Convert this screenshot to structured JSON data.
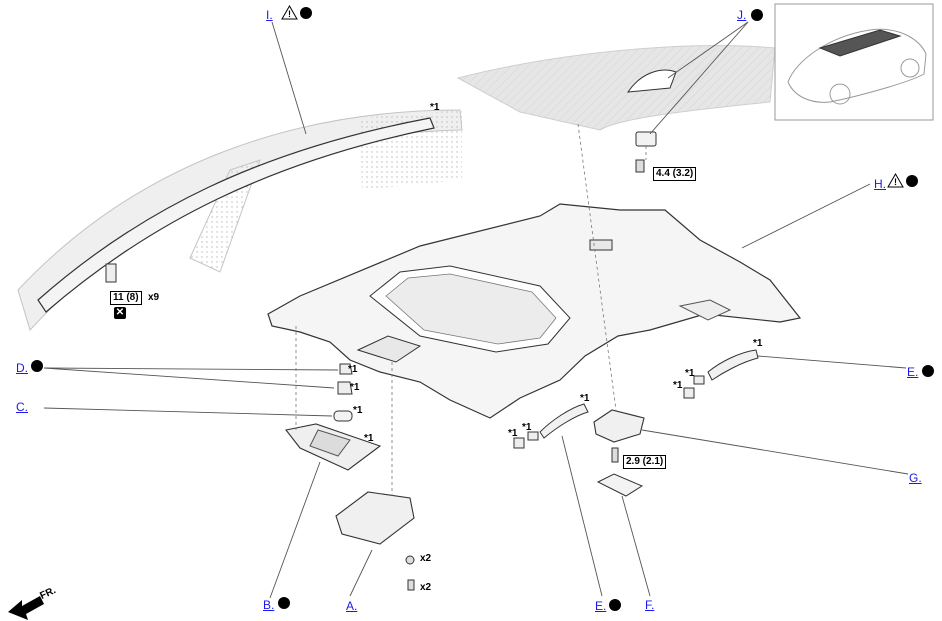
{
  "callouts": {
    "a": "A.",
    "b": "B.",
    "c": "C.",
    "d": "D.",
    "e_right": "E.",
    "e_bottom": "E.",
    "f": "F.",
    "g": "G.",
    "h": "H.",
    "i": "I.",
    "j": "J."
  },
  "torques": {
    "curtain_airbag_bolt": "11 (8)",
    "antenna_nut": "4.4 (3.2)",
    "map_light_bolt": "2.9 (2.1)"
  },
  "quantities": {
    "curtain_airbag_bolts": "x9",
    "clips": "x2",
    "screws": "x2"
  },
  "note_marker": "*1",
  "front_indicator": "FR.",
  "nonreusable_symbol": "✕",
  "colors": {
    "link": "#1a1aee",
    "line": "#444444",
    "roof_fill": "#e4e4e4",
    "part_fill": "#f2f2f2"
  }
}
